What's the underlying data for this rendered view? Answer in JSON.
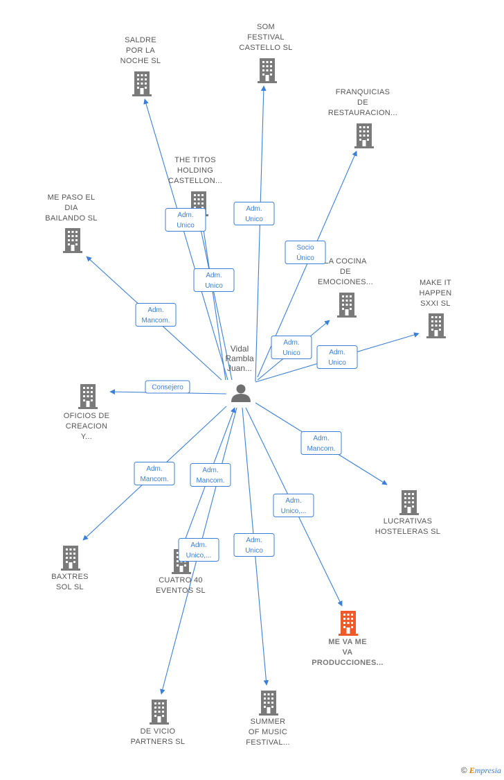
{
  "colors": {
    "edge": "#3b7fd6",
    "building": "#7a7a7a",
    "building_highlight": "#f05a28",
    "label": "#555555"
  },
  "person": {
    "lines": [
      "Vidal",
      "Rambla",
      "Juan..."
    ],
    "icon": "person-icon"
  },
  "companies": [
    {
      "id": "saldre",
      "lines": [
        "SALDRE",
        "POR LA",
        "NOCHE  SL"
      ],
      "highlight": false
    },
    {
      "id": "som",
      "lines": [
        "SOM",
        "FESTIVAL",
        "CASTELLO  SL"
      ],
      "highlight": false
    },
    {
      "id": "franquicias",
      "lines": [
        "FRANQUICIAS",
        "DE",
        "RESTAURACION..."
      ],
      "highlight": false
    },
    {
      "id": "titos",
      "lines": [
        "THE TITOS",
        "HOLDING",
        "CASTELLON..."
      ],
      "highlight": false
    },
    {
      "id": "mepaso",
      "lines": [
        "ME PASO EL",
        "DIA",
        "BAILANDO  SL"
      ],
      "highlight": false
    },
    {
      "id": "cocina",
      "lines": [
        "LA COCINA",
        "DE",
        "EMOCIONES..."
      ],
      "highlight": false
    },
    {
      "id": "makeit",
      "lines": [
        "MAKE IT",
        "HAPPEN",
        "SXXI  SL"
      ],
      "highlight": false
    },
    {
      "id": "oficios",
      "lines": [
        "OFICIOS DE",
        "CREACION",
        "Y..."
      ],
      "highlight": false
    },
    {
      "id": "lucrativas",
      "lines": [
        "LUCRATIVAS",
        "HOSTELERAS SL"
      ],
      "highlight": false
    },
    {
      "id": "baxtres",
      "lines": [
        "BAXTRES",
        "SOL SL"
      ],
      "highlight": false
    },
    {
      "id": "cuatro",
      "lines": [
        "CUATRO 40",
        "EVENTOS SL"
      ],
      "highlight": false
    },
    {
      "id": "mevame",
      "lines": [
        "ME VA ME",
        "VA",
        "PRODUCCIONES..."
      ],
      "highlight": true
    },
    {
      "id": "devicio",
      "lines": [
        "DE VICIO",
        "PARTNERS  SL"
      ],
      "highlight": false
    },
    {
      "id": "summer",
      "lines": [
        "SUMMER",
        "OF MUSIC",
        "FESTIVAL..."
      ],
      "highlight": false
    }
  ],
  "edges": [
    {
      "target": "saldre",
      "role": [
        "Adm.",
        "Unico"
      ]
    },
    {
      "target": "som",
      "role": [
        "Adm.",
        "Unico"
      ]
    },
    {
      "target": "franquicias",
      "role": [
        "Socio",
        "Único"
      ]
    },
    {
      "target": "titos",
      "role": [
        "Adm.",
        "Unico"
      ]
    },
    {
      "target": "mepaso",
      "role": [
        "Adm.",
        "Mancom."
      ]
    },
    {
      "target": "cocina",
      "role": [
        "Adm.",
        "Unico"
      ]
    },
    {
      "target": "makeit",
      "role": [
        "Adm.",
        "Unico"
      ]
    },
    {
      "target": "oficios",
      "role": [
        "Consejero"
      ]
    },
    {
      "target": "lucrativas",
      "role": [
        "Adm.",
        "Mancom."
      ]
    },
    {
      "target": "baxtres",
      "role": [
        "Adm.",
        "Mancom."
      ]
    },
    {
      "target": "cuatro",
      "role": [
        "Adm.",
        "Mancom."
      ]
    },
    {
      "target": "mevame",
      "role": [
        "Adm.",
        "Unico,..."
      ]
    },
    {
      "target": "devicio",
      "role": [
        "Adm.",
        "Unico,..."
      ]
    },
    {
      "target": "summer",
      "role": [
        "Adm.",
        "Unico"
      ]
    }
  ],
  "footer": {
    "copyright": "©",
    "brand_initial": "E",
    "brand_rest": "mpresia"
  }
}
